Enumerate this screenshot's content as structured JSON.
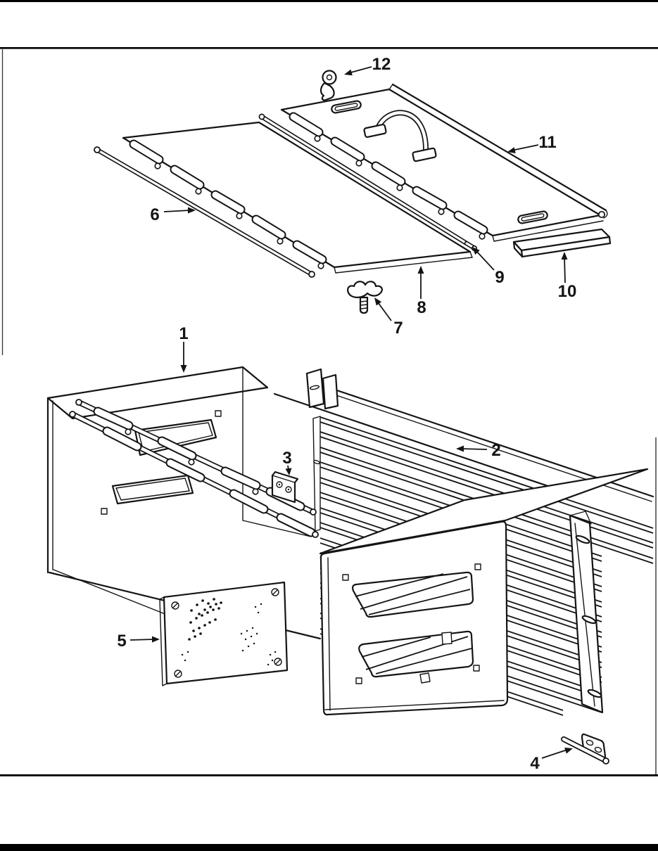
{
  "colors": {
    "ink": "#141414",
    "paper": "#ffffff",
    "border_bar": "#000000"
  },
  "callouts": [
    {
      "label": "1"
    },
    {
      "label": "2"
    },
    {
      "label": "3"
    },
    {
      "label": "4"
    },
    {
      "label": "5"
    },
    {
      "label": "6"
    },
    {
      "label": "7"
    },
    {
      "label": "8"
    },
    {
      "label": "9"
    },
    {
      "label": "10"
    },
    {
      "label": "11"
    },
    {
      "label": "12"
    }
  ]
}
